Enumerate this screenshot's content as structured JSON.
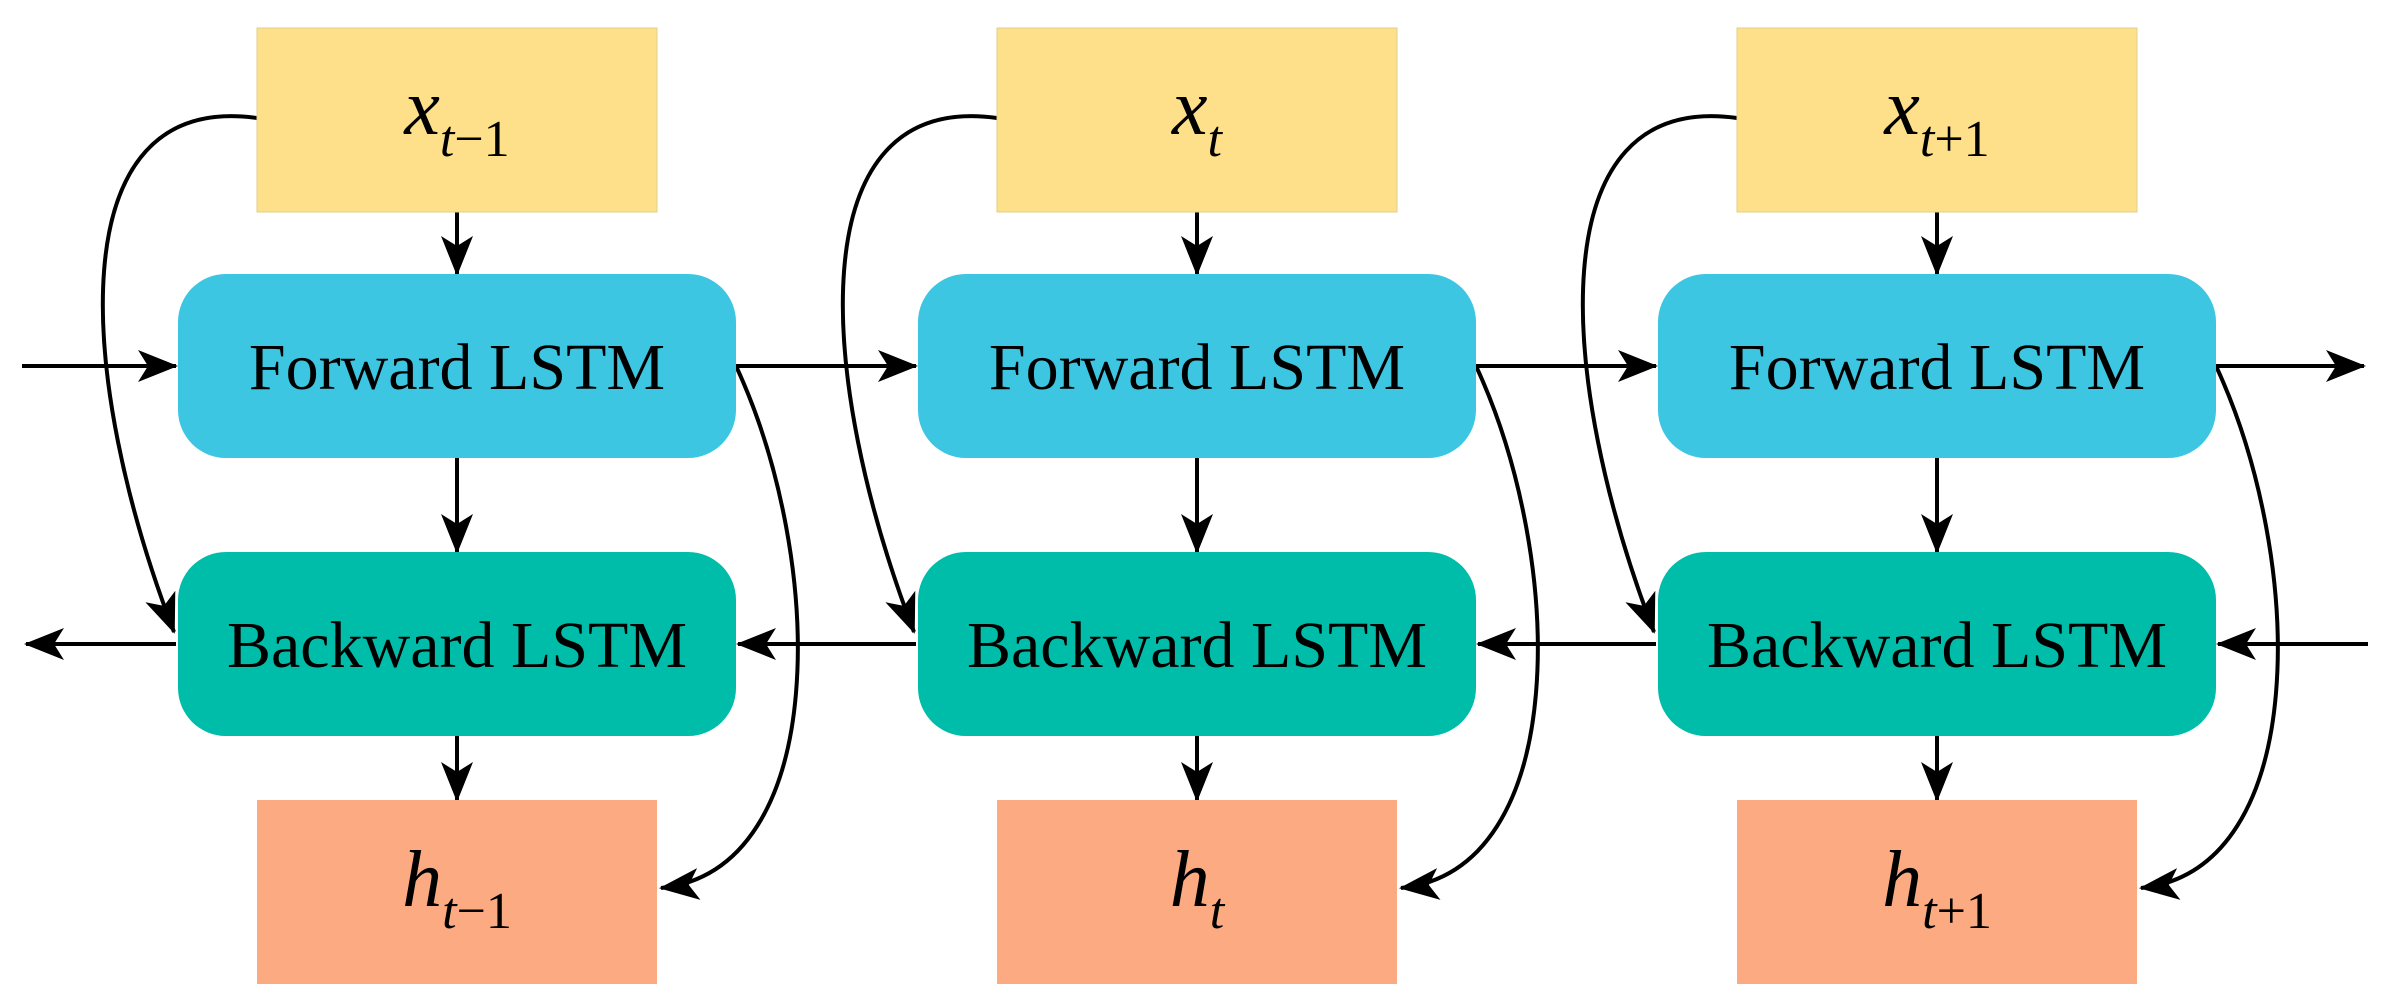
{
  "colors": {
    "input_box": "#FDE089",
    "forward_box": "#3DC6E2",
    "backward_box": "#00BDAA",
    "output_box": "#FCAA81",
    "line": "#000000"
  },
  "columns": [
    {
      "input": {
        "main": "x",
        "sub_var": "t",
        "sub_op": "−1"
      },
      "forward": "Forward LSTM",
      "backward": "Backward LSTM",
      "output": {
        "main": "h",
        "sub_var": "t",
        "sub_op": "−1"
      }
    },
    {
      "input": {
        "main": "x",
        "sub_var": "t",
        "sub_op": ""
      },
      "forward": "Forward LSTM",
      "backward": "Backward LSTM",
      "output": {
        "main": "h",
        "sub_var": "t",
        "sub_op": ""
      }
    },
    {
      "input": {
        "main": "x",
        "sub_var": "t",
        "sub_op": "+1"
      },
      "forward": "Forward LSTM",
      "backward": "Backward LSTM",
      "output": {
        "main": "h",
        "sub_var": "t",
        "sub_op": "+1"
      }
    }
  ]
}
